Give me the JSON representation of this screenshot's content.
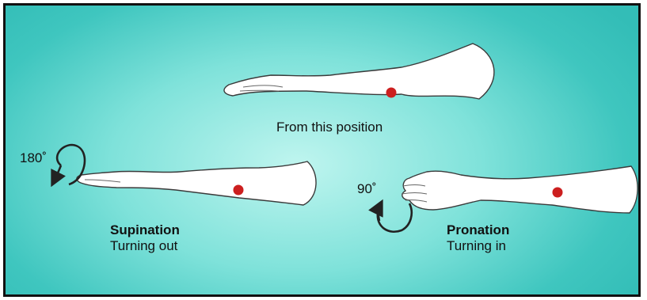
{
  "colors": {
    "background_center": "#bff5ef",
    "background_edge": "#33bdb7",
    "arm_fill": "#ffffff",
    "arm_outline": "#3a3a3a",
    "marker": "#cc1f1f",
    "border": "#111111"
  },
  "top": {
    "caption": "From this position"
  },
  "supination": {
    "angle": "180˚",
    "title": "Supination",
    "subtitle": "Turning out"
  },
  "pronation": {
    "angle": "90˚",
    "title": "Pronation",
    "subtitle": "Turning in"
  },
  "icons": {
    "supination_arrow": "curved-arrow-counterclockwise-icon",
    "pronation_arrow": "curved-arrow-clockwise-icon",
    "marker": "elbow-marker-icon"
  }
}
